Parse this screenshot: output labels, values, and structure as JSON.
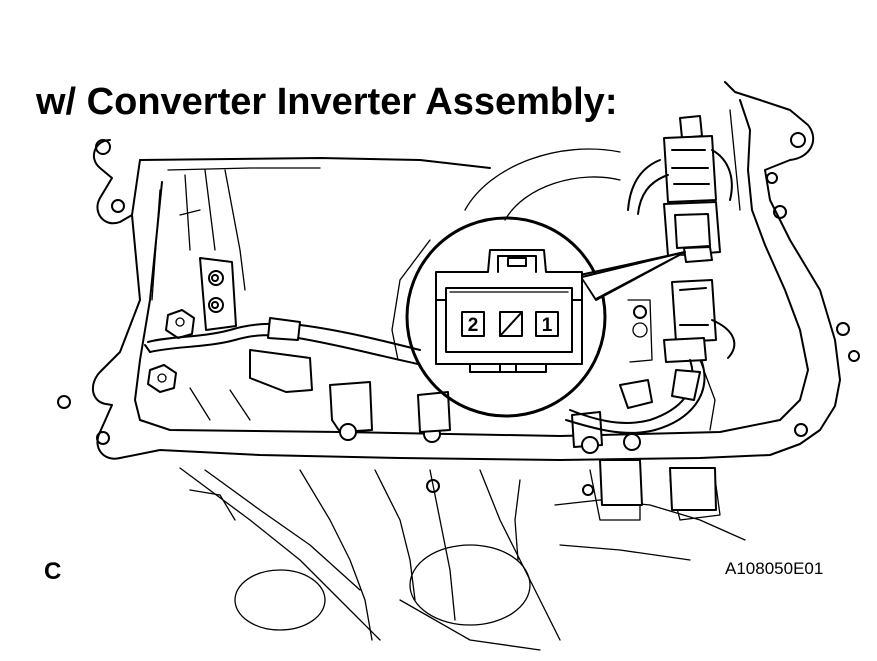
{
  "title": "w/ Converter Inverter Assembly:",
  "view_label": "C",
  "figure_code": "A108050E01",
  "connector": {
    "pins": [
      {
        "label": "2"
      },
      {
        "label": "1"
      }
    ]
  }
}
